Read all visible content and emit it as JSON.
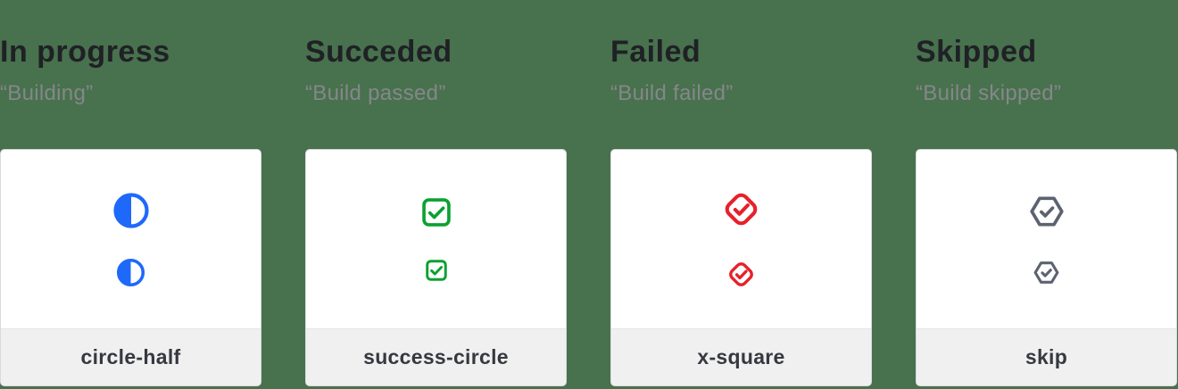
{
  "background_color": "#48714d",
  "colors": {
    "in_progress_blue": "#1e69fa",
    "success_green": "#0aa131",
    "failed_red": "#e6212b",
    "skipped_gray": "#5c6370",
    "heading_text": "#1f2126",
    "subtitle_text": "#85878a",
    "card_border": "#d9dadc",
    "footer_background": "#f0f0f1",
    "footer_text": "#36393f"
  },
  "columns": [
    {
      "title": "In progress",
      "subtitle": "“Building”",
      "icon": "circle-half-icon",
      "icon_color": "#1e69fa",
      "label": "circle-half"
    },
    {
      "title": "Succeded",
      "subtitle": "“Build passed”",
      "icon": "check-square-icon",
      "icon_color": "#0aa131",
      "label": "success-circle"
    },
    {
      "title": "Failed",
      "subtitle": "“Build failed”",
      "icon": "diamond-check-icon",
      "icon_color": "#e6212b",
      "label": "x-square"
    },
    {
      "title": "Skipped",
      "subtitle": "“Build skipped”",
      "icon": "hexagon-check-icon",
      "icon_color": "#5c6370",
      "label": "skip"
    }
  ]
}
